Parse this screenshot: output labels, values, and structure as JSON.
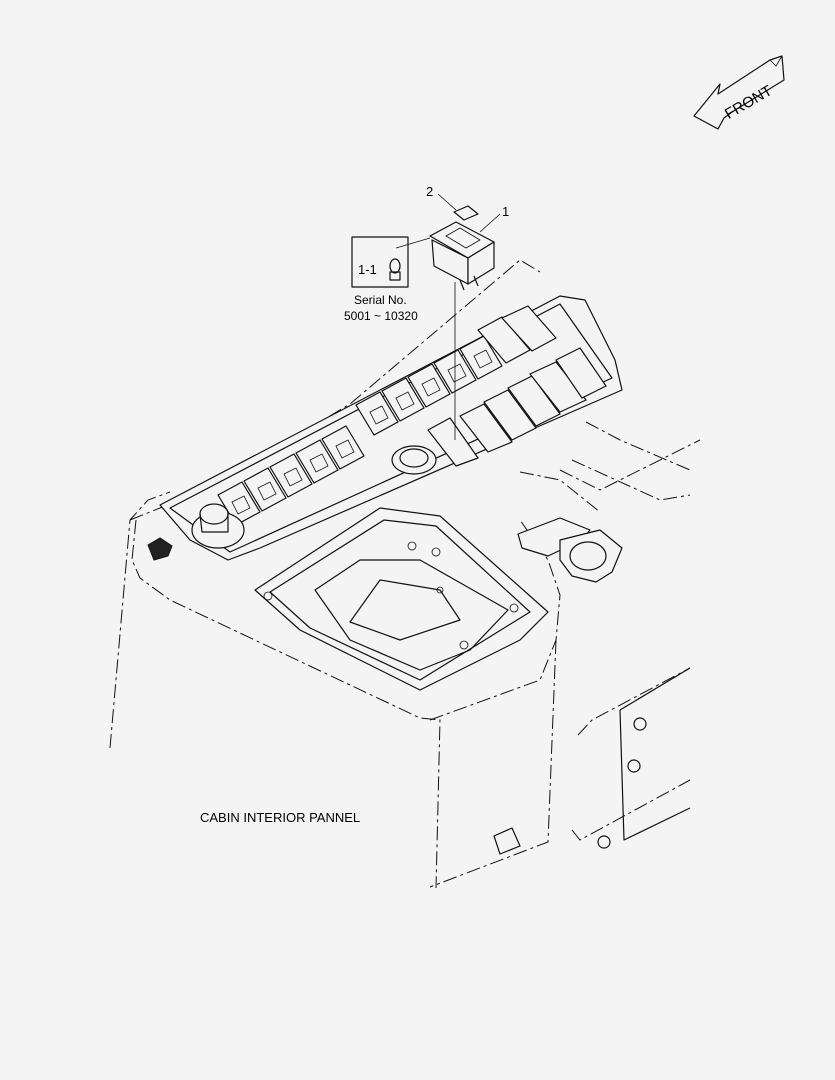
{
  "labels": {
    "front": "FRONT",
    "part_1": "1",
    "part_2": "2",
    "part_1_1": "1-1",
    "serial_line1": "Serial No.",
    "serial_line2": "5001 ~ 10320",
    "caption": "CABIN INTERIOR PANNEL"
  }
}
